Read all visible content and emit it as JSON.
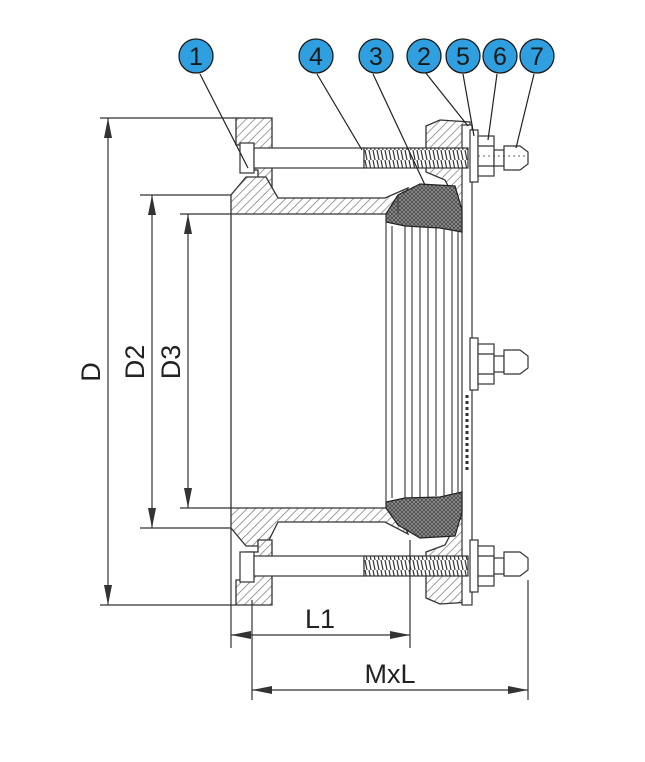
{
  "callouts": [
    {
      "id": "1"
    },
    {
      "id": "4"
    },
    {
      "id": "3"
    },
    {
      "id": "2"
    },
    {
      "id": "5"
    },
    {
      "id": "6"
    },
    {
      "id": "7"
    }
  ],
  "dimensions": {
    "D": "D",
    "D2": "D2",
    "D3": "D3",
    "L1": "L1",
    "MxL": "MxL"
  },
  "colors": {
    "callout_fill": "#2f9fe0",
    "callout_stroke": "#1a1a1a",
    "line": "#333333",
    "gasket": "#555555",
    "hatch": "#777777"
  }
}
